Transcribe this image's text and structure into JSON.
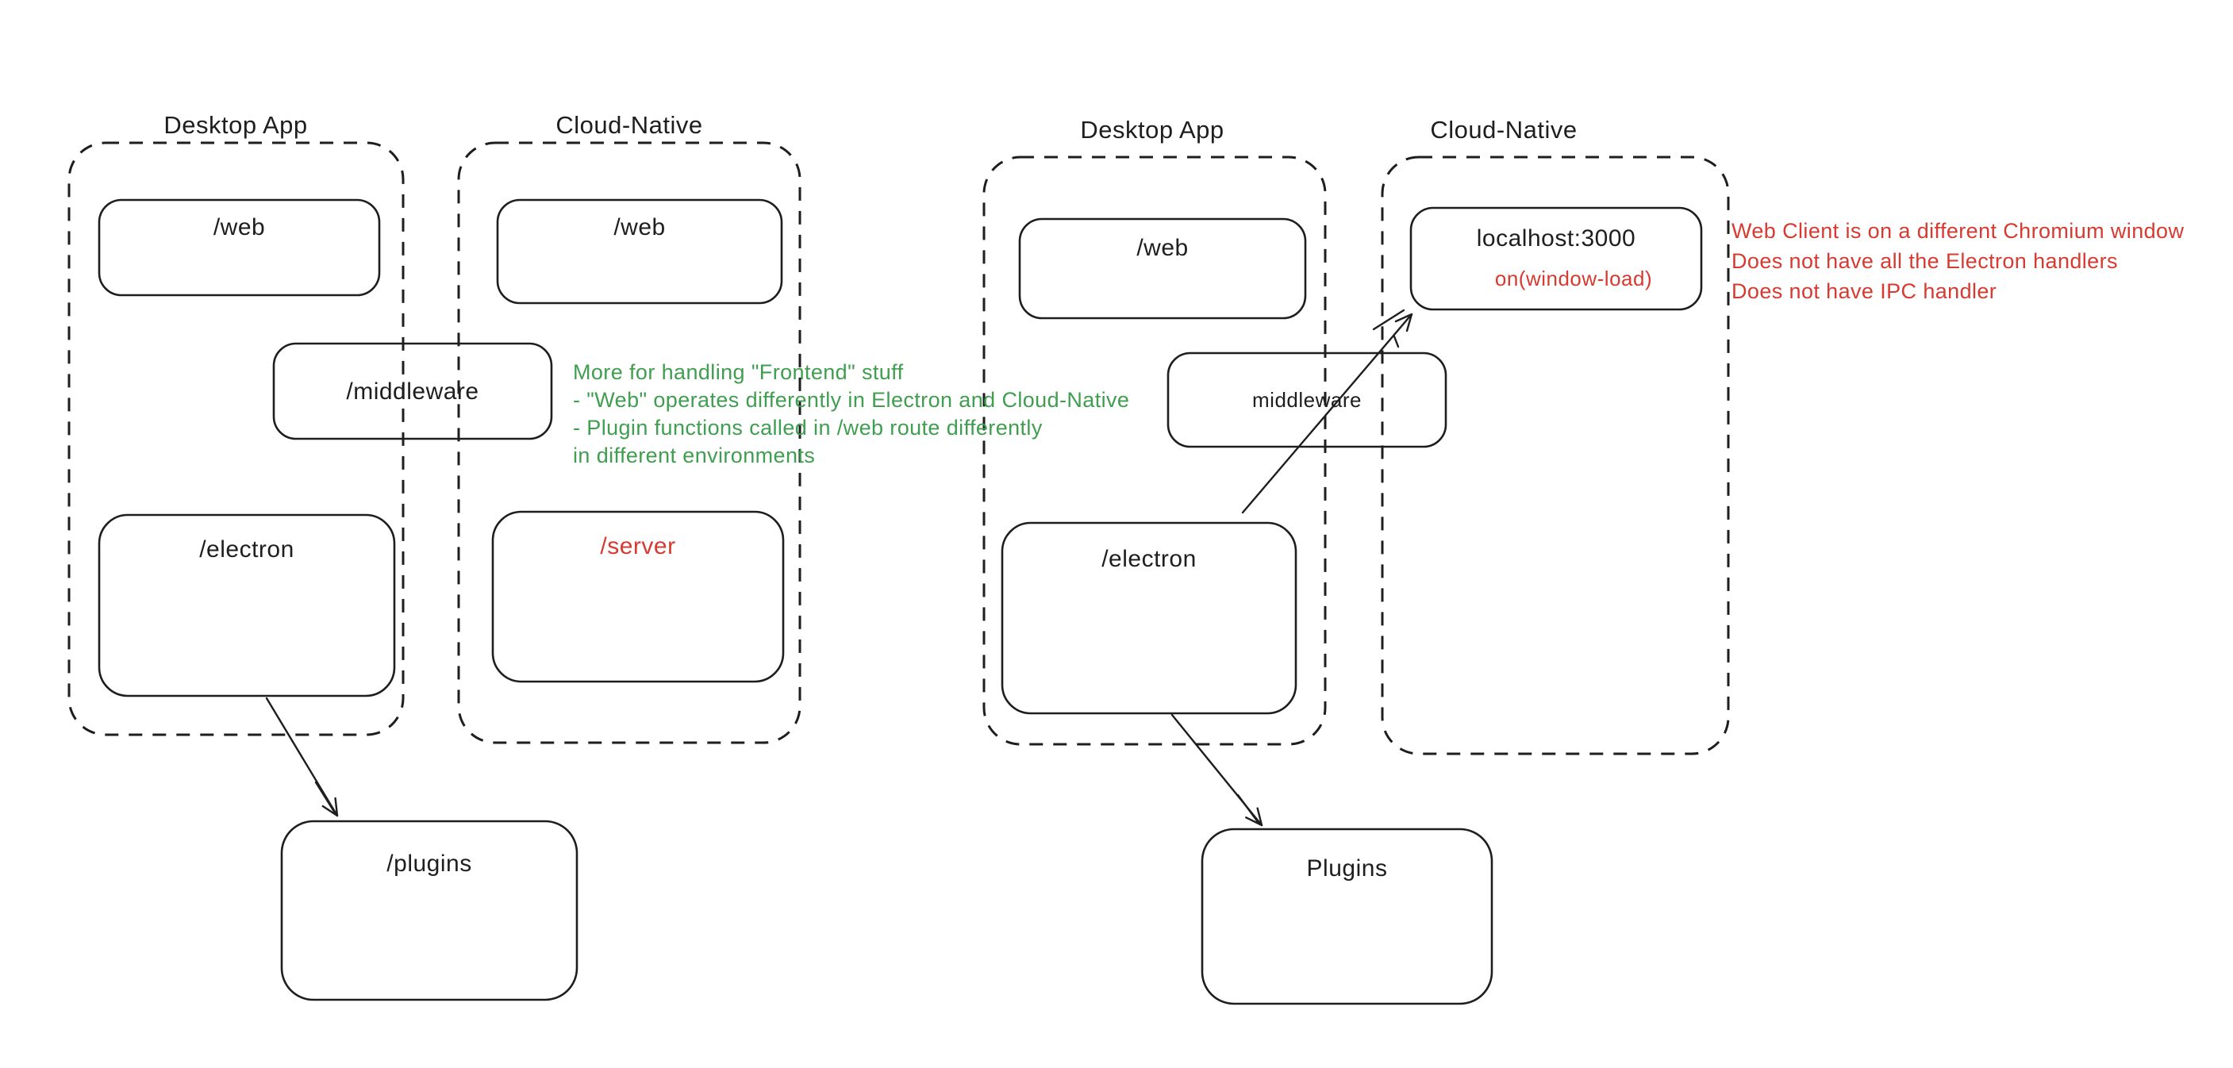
{
  "colors": {
    "stroke": "#1e1e1e",
    "green": "#3f9e4f",
    "red": "#d63a31",
    "background": "#ffffff"
  },
  "left": {
    "desktop_label": "Desktop App",
    "cloud_label": "Cloud-Native",
    "web_desktop": "/web",
    "web_cloud": "/web",
    "middleware": "/middleware",
    "electron": "/electron",
    "server": "/server",
    "plugins": "/plugins",
    "note_line1": "More for handling \"Frontend\" stuff",
    "note_line2": "- \"Web\" operates differently in Electron and Cloud-Native",
    "note_line3": "- Plugin functions called in /web route differently",
    "note_line4": "in different environments"
  },
  "right": {
    "desktop_label": "Desktop App",
    "cloud_label": "Cloud-Native",
    "web": "/web",
    "localhost": "localhost:3000",
    "window_load": "on(window-load)",
    "middleware": "middleware",
    "electron": "/electron",
    "plugins": "Plugins",
    "note_line1": "Web Client is on a different Chromium window",
    "note_line2": "Does not have all the Electron handlers",
    "note_line3": "Does not have IPC handler"
  }
}
